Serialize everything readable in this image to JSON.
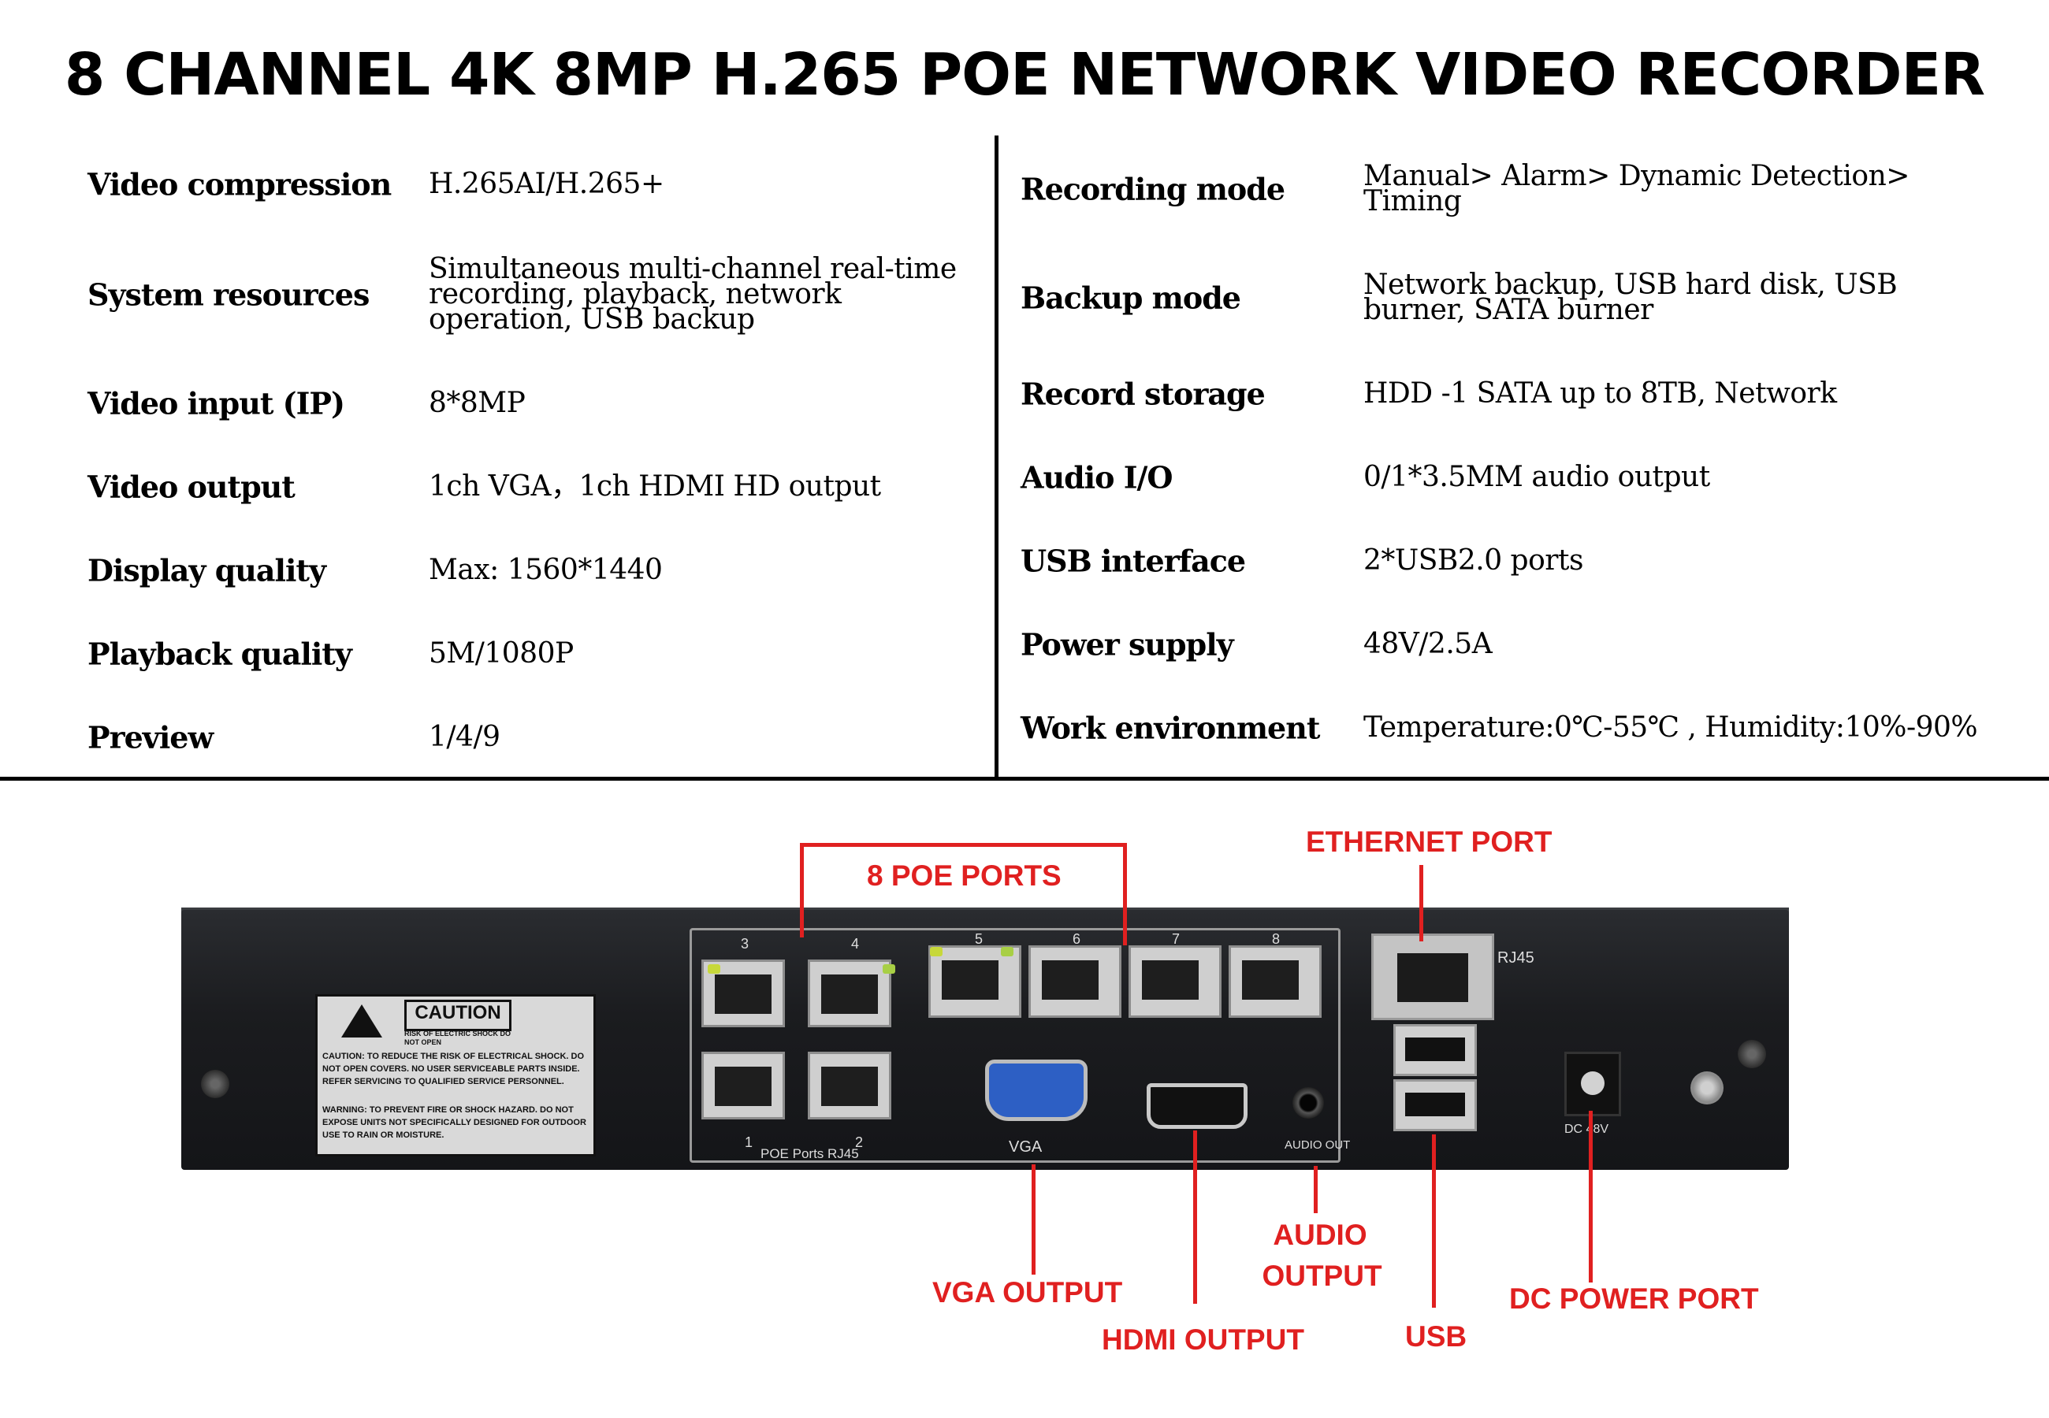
{
  "title": "8 CHANNEL 4K 8MP H.265 POE NETWORK VIDEO RECORDER",
  "specs_left": [
    {
      "label": "Video compression",
      "value": "H.265AI/H.265+"
    },
    {
      "label": "System resources",
      "value": "Simultaneous multi-channel real-time recording, playback, network operation, USB backup"
    },
    {
      "label": "Video input (IP)",
      "value": "8*8MP"
    },
    {
      "label": "Video output",
      "value": "1ch VGA，1ch HDMI HD output"
    },
    {
      "label": "Display quality",
      "value": "Max: 1560*1440"
    },
    {
      "label": "Playback quality",
      "value": "5M/1080P"
    },
    {
      "label": "Preview",
      "value": "1/4/9"
    }
  ],
  "specs_right": [
    {
      "label": "Recording mode",
      "value": "Manual> Alarm> Dynamic Detection> Timing"
    },
    {
      "label": "Backup mode",
      "value": "Network backup, USB hard disk, USB burner, SATA burner"
    },
    {
      "label": "Record storage",
      "value": "HDD -1 SATA up to 8TB, Network"
    },
    {
      "label": "Audio I/O",
      "value": "0/1*3.5MM audio output"
    },
    {
      "label": "USB interface",
      "value": "2*USB2.0 ports"
    },
    {
      "label": "Power supply",
      "value": "48V/2.5A"
    },
    {
      "label": "Work environment",
      "value": "Temperature:0℃-55℃ , Humidity:10%-90%"
    }
  ],
  "device": {
    "caution_title": "CAUTION",
    "caution_sub": "RISK OF ELECTRIC SHOCK DO NOT OPEN",
    "caution_text": "CAUTION: TO REDUCE THE RISK OF ELECTRICAL SHOCK. DO NOT OPEN COVERS. NO USER SERVICEABLE PARTS INSIDE. REFER SERVICING TO QUALIFIED SERVICE PERSONNEL.",
    "warning_text": "WARNING: TO PREVENT FIRE OR SHOCK HAZARD. DO NOT EXPOSE UNITS NOT SPECIFICALLY DESIGNED FOR OUTDOOR USE TO RAIN OR MOISTURE.",
    "port_numbers": [
      "3",
      "4",
      "5",
      "6",
      "7",
      "8",
      "1",
      "2"
    ],
    "poe_label": "POE  Ports  RJ45",
    "vga_label": "VGA",
    "audio_label": "AUDIO OUT",
    "rj45_label": "RJ45",
    "dc_label": "DC 48V"
  },
  "annotations": {
    "poe_ports": "8 POE PORTS",
    "ethernet": "ETHERNET PORT",
    "vga": "VGA OUTPUT",
    "hdmi": "HDMI OUTPUT",
    "audio_line1": "AUDIO",
    "audio_line2": "OUTPUT",
    "usb": "USB",
    "dc": "DC POWER PORT"
  },
  "colors": {
    "annotation": "#e02020",
    "vga_connector": "#2d5fc4",
    "device_body": "#1b1c1f"
  }
}
